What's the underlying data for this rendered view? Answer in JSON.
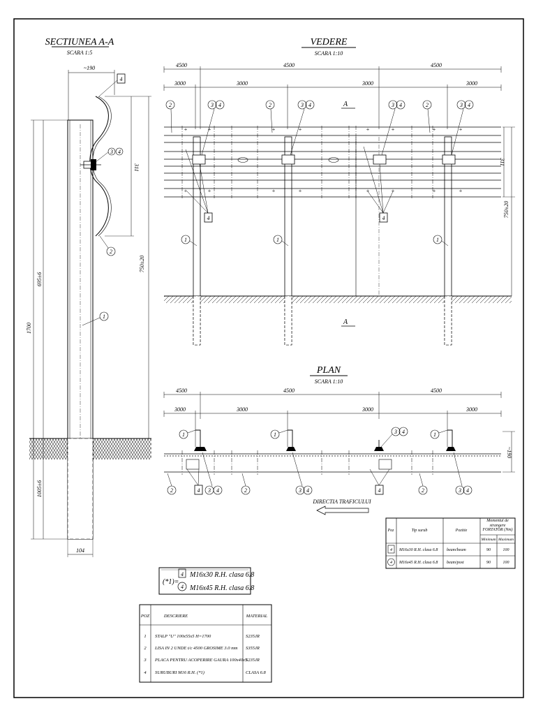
{
  "section_view": {
    "title": "SECTIUNEA A-A",
    "scale": "SCARA 1:5",
    "dim_width_top": "~190",
    "dim_height_311": "311",
    "dim_height_750": "750±20",
    "dim_height_695": "695±6",
    "dim_height_1700": "1700",
    "dim_height_1005": "1005±6",
    "dim_width_bottom": "104",
    "callouts": {
      "bolt": "4",
      "plate_a": "3",
      "plate_b": "4",
      "rail": "2",
      "post": "1"
    }
  },
  "elevation_view": {
    "title": "VEDERE",
    "scale": "SCARA 1:10",
    "dims_4500": [
      "4500",
      "4500",
      "4500"
    ],
    "dims_3000": [
      "3000",
      "3000",
      "3000",
      "3000"
    ],
    "section_mark": "A",
    "dim_311": "311",
    "dim_750": "750±20",
    "callouts": {
      "post": "1",
      "rail": "2",
      "plate": "3",
      "bolt": "4"
    }
  },
  "plan_view": {
    "title": "PLAN",
    "scale": "SCARA 1:10",
    "dims_4500": [
      "4500",
      "4500",
      "4500"
    ],
    "dims_3000": [
      "3000",
      "3000",
      "3000",
      "3000"
    ],
    "dim_190": "~190",
    "traffic_label": "DIRECTIA TRAFICULUI",
    "callouts": {
      "post": "1",
      "rail": "2",
      "plate": "3",
      "bolt": "4"
    }
  },
  "bolt_table": {
    "headers": [
      "Poz",
      "Tip surub",
      "Pozitie",
      "Momentul de strangere FORTATOR (Nm)"
    ],
    "subheaders": [
      "Minimum",
      "Maximum"
    ],
    "rows": [
      {
        "poz": "4",
        "tip": "M16x30 R.H. clasa 6.8",
        "pozitie": "beam/beam",
        "min": "90",
        "max": "100"
      },
      {
        "poz": "4",
        "tip": "M16x45 R.H. clasa 6.8",
        "pozitie": "beam/post",
        "min": "90",
        "max": "100"
      }
    ]
  },
  "bolt_note": {
    "marker": "(*1)=",
    "items": [
      {
        "poz": "4",
        "text": "M16x30 R.H. clasa 6.8"
      },
      {
        "poz": "4",
        "text": "M16x45 R.H. clasa 6.8"
      }
    ]
  },
  "parts_table": {
    "headers": [
      "POZ",
      "DESCRIERE",
      "MATERIAL"
    ],
    "rows": [
      {
        "poz": "1",
        "desc": "STALP \"U\" 100x55x5 H=1700",
        "mat": "S235JR"
      },
      {
        "poz": "2",
        "desc": "LISA IN 2 UNDE t/c 4500 GROSIME 3.0 mm",
        "mat": "S355JR"
      },
      {
        "poz": "3",
        "desc": "PLACA PENTRU ACOPERIRE GAURA 100x40x5",
        "mat": "S235JR"
      },
      {
        "poz": "4",
        "desc": "SURUBURI M16 R.H. (*1)",
        "mat": "CLASA 6.8"
      }
    ]
  },
  "colors": {
    "line": "#000000",
    "background": "#ffffff"
  }
}
